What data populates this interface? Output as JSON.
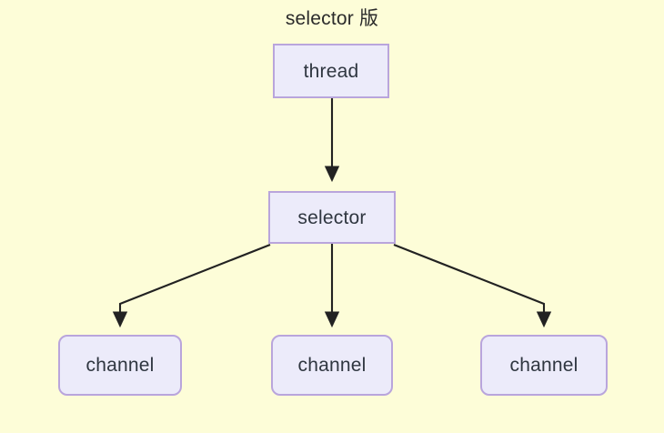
{
  "diagram": {
    "title": "selector 版",
    "background_color": "#fdfdd8",
    "node_fill_color": "#ecebfa",
    "node_border_color": "#b9a5dc",
    "edge_color": "#222222",
    "text_color": "#2f3640",
    "nodes": [
      {
        "id": "thread",
        "label": "thread",
        "shape": "rectangle"
      },
      {
        "id": "selector",
        "label": "selector",
        "shape": "rectangle"
      },
      {
        "id": "channel-left",
        "label": "channel",
        "shape": "rounded-rectangle"
      },
      {
        "id": "channel-middle",
        "label": "channel",
        "shape": "rounded-rectangle"
      },
      {
        "id": "channel-right",
        "label": "channel",
        "shape": "rounded-rectangle"
      }
    ],
    "edges": [
      {
        "from": "thread",
        "to": "selector",
        "style": "straight-arrow"
      },
      {
        "from": "selector",
        "to": "channel-left",
        "style": "elbow-arrow"
      },
      {
        "from": "selector",
        "to": "channel-middle",
        "style": "straight-arrow"
      },
      {
        "from": "selector",
        "to": "channel-right",
        "style": "elbow-arrow"
      }
    ]
  }
}
